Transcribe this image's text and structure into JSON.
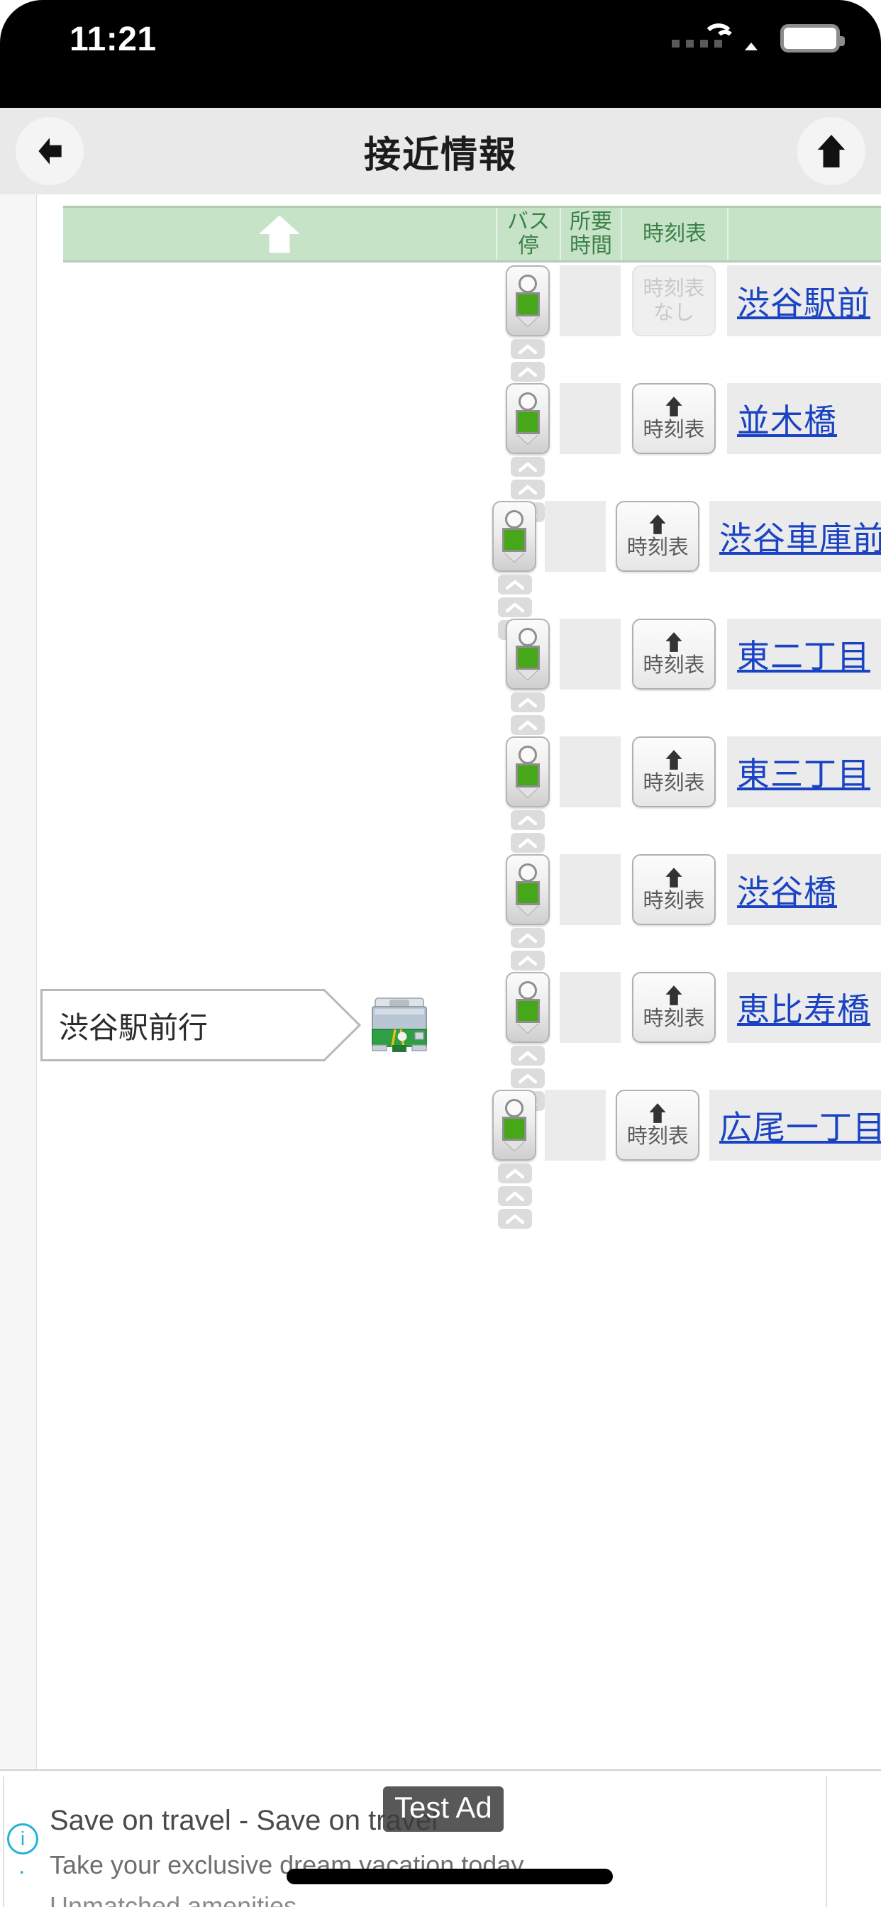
{
  "status_bar": {
    "time": "11:21",
    "icons": [
      "signal-dots-icon",
      "wifi-icon",
      "battery-icon"
    ]
  },
  "nav": {
    "back_icon": "back-arrow-icon",
    "title": "接近情報",
    "home_icon": "home-icon"
  },
  "table": {
    "headers": {
      "route": "",
      "route_icon": "up-arrow-icon",
      "stop": "バス停",
      "time": "所要時間",
      "timetable": "時刻表",
      "name": ""
    },
    "rows": [
      {
        "stop_icon": "bus-stop-pole-icon",
        "time": "",
        "timetable_label": "時刻表\nなし",
        "timetable_enabled": false,
        "name": "渋谷駅前"
      },
      {
        "stop_icon": "bus-stop-pole-icon",
        "time": "",
        "timetable_label": "時刻表",
        "timetable_enabled": true,
        "name": "並木橋"
      },
      {
        "stop_icon": "bus-stop-pole-icon",
        "time": "",
        "timetable_label": "時刻表",
        "timetable_enabled": true,
        "name": "渋谷車庫前"
      },
      {
        "stop_icon": "bus-stop-pole-icon",
        "time": "",
        "timetable_label": "時刻表",
        "timetable_enabled": true,
        "name": "東二丁目"
      },
      {
        "stop_icon": "bus-stop-pole-icon",
        "time": "",
        "timetable_label": "時刻表",
        "timetable_enabled": true,
        "name": "東三丁目"
      },
      {
        "stop_icon": "bus-stop-pole-icon",
        "time": "",
        "timetable_label": "時刻表",
        "timetable_enabled": true,
        "name": "渋谷橋"
      },
      {
        "stop_icon": "bus-stop-pole-icon",
        "time": "",
        "timetable_label": "時刻表",
        "timetable_enabled": true,
        "name": "恵比寿橋"
      },
      {
        "stop_icon": "bus-stop-pole-icon",
        "time": "",
        "timetable_label": "時刻表",
        "timetable_enabled": true,
        "name": "広尾一丁目"
      }
    ]
  },
  "bus_marker": {
    "destination": "渋谷駅前行",
    "bus_icon": "bus-front-icon"
  },
  "ad": {
    "badge": "Test Ad",
    "info_icon": "info-icon",
    "title": "Save on travel - Save on travel",
    "subtitle": "Take your exclusive dream vacation today.",
    "line3": "Unmatched amenities"
  },
  "colors": {
    "header_green_bg": "#c7e3c7",
    "header_green_text": "#3b8049",
    "link_blue": "#1a43c4",
    "nav_bg": "#e9e9ea",
    "row_cell_bg": "#ebebeb",
    "pole_sign_green": "#46a818"
  }
}
